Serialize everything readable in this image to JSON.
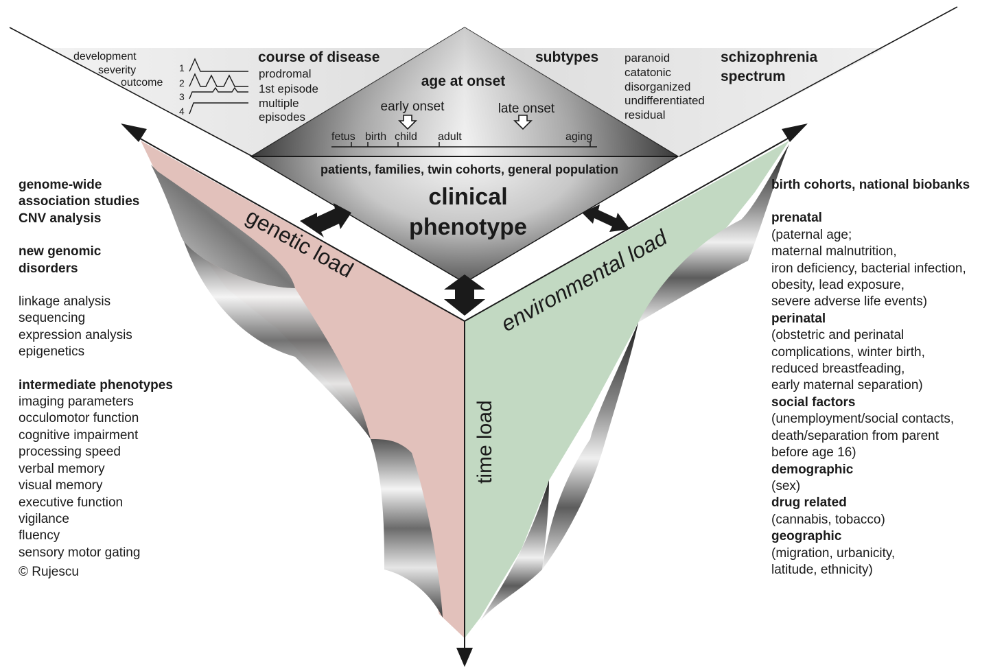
{
  "top": {
    "course_title": "course of disease",
    "course_axes": [
      "development",
      "severity",
      "outcome"
    ],
    "course_numbers": [
      "1",
      "2",
      "3",
      "4"
    ],
    "course_items": [
      "prodromal",
      "1st episode",
      "multiple",
      "episodes"
    ],
    "subtypes_title": "subtypes",
    "subtypes": [
      "paranoid",
      "catatonic",
      "disorganized",
      "undifferentiated",
      "residual"
    ],
    "spectrum_title_1": "schizophrenia",
    "spectrum_title_2": "spectrum"
  },
  "center": {
    "age_title": "age at onset",
    "early_onset": "early onset",
    "late_onset": "late onset",
    "timeline": [
      "fetus",
      "birth",
      "child",
      "adult",
      "aging"
    ],
    "populations": "patients, families, twin cohorts, general population",
    "phenotype_1": "clinical",
    "phenotype_2": "phenotype"
  },
  "axes": {
    "genetic": "genetic load",
    "environmental": "environmental load",
    "time": "time load"
  },
  "colors": {
    "genetic_face": "#e2c1bb",
    "environmental_face": "#c2d9c2",
    "center_dark": "#2d2d2d",
    "center_light": "#f0f0f0"
  },
  "left": {
    "gwas_1": "genome-wide",
    "gwas_2": "association studies",
    "gwas_3": "CNV analysis",
    "new_1": "new genomic",
    "new_2": "disorders",
    "methods": [
      "linkage analysis",
      "sequencing",
      "expression analysis",
      "epigenetics"
    ],
    "intermediate_title": "intermediate phenotypes",
    "intermediate": [
      "imaging parameters",
      "occulomotor function",
      "cognitive impairment",
      "processing speed",
      "verbal memory",
      "visual memory",
      "executive function",
      "vigilance",
      "fluency",
      "sensory motor gating"
    ],
    "copyright": "© Rujescu"
  },
  "right": {
    "cohorts": "birth cohorts, national biobanks",
    "prenatal_title": "prenatal",
    "prenatal": [
      "(paternal age;",
      "maternal malnutrition,",
      "iron deficiency, bacterial infection,",
      "obesity, lead exposure,",
      "severe adverse life events)"
    ],
    "perinatal_title": "perinatal",
    "perinatal": [
      "(obstetric and perinatal",
      "complications, winter birth,",
      "reduced breastfeading,",
      "early maternal separation)"
    ],
    "social_title": "social factors",
    "social": [
      "(unemployment/social contacts,",
      "death/separation from parent",
      "before age 16)"
    ],
    "demographic_title": "demographic",
    "demographic": [
      "(sex)"
    ],
    "drug_title": "drug related",
    "drug": [
      "(cannabis, tobacco)"
    ],
    "geo_title": "geographic",
    "geo": [
      "(migration, urbanicity,",
      "latitude, ethnicity)"
    ]
  }
}
